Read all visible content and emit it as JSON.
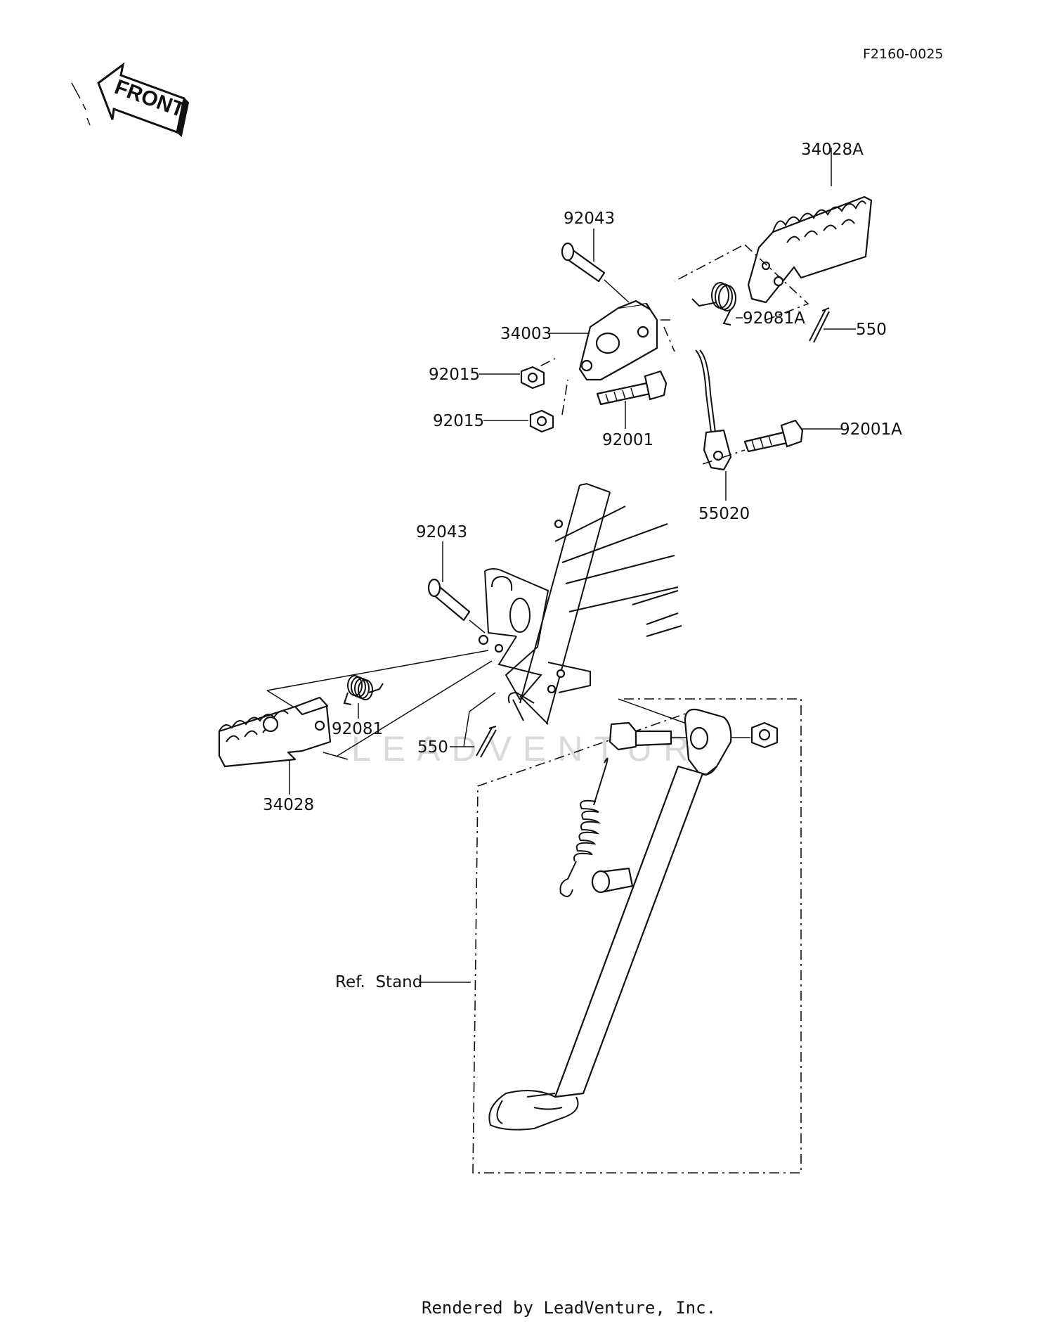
{
  "header": {
    "diagram_code": "F2160-0025"
  },
  "front_marker": {
    "label": "FRONT"
  },
  "watermark": {
    "text": "LEADVENTURE"
  },
  "part_labels": {
    "p34028A": "34028A",
    "p92043_top": "92043",
    "p92081A": "92081A",
    "p550_top": "550",
    "p34003": "34003",
    "p92015_a": "92015",
    "p92015_b": "92015",
    "p92001": "92001",
    "p92001A": "92001A",
    "p55020": "55020",
    "p92043_mid": "92043",
    "p92081": "92081",
    "p550_mid": "550",
    "p34028": "34028",
    "ref_stand": "Ref.  Stand"
  },
  "footer": {
    "credit": "Rendered by LeadVenture, Inc."
  }
}
